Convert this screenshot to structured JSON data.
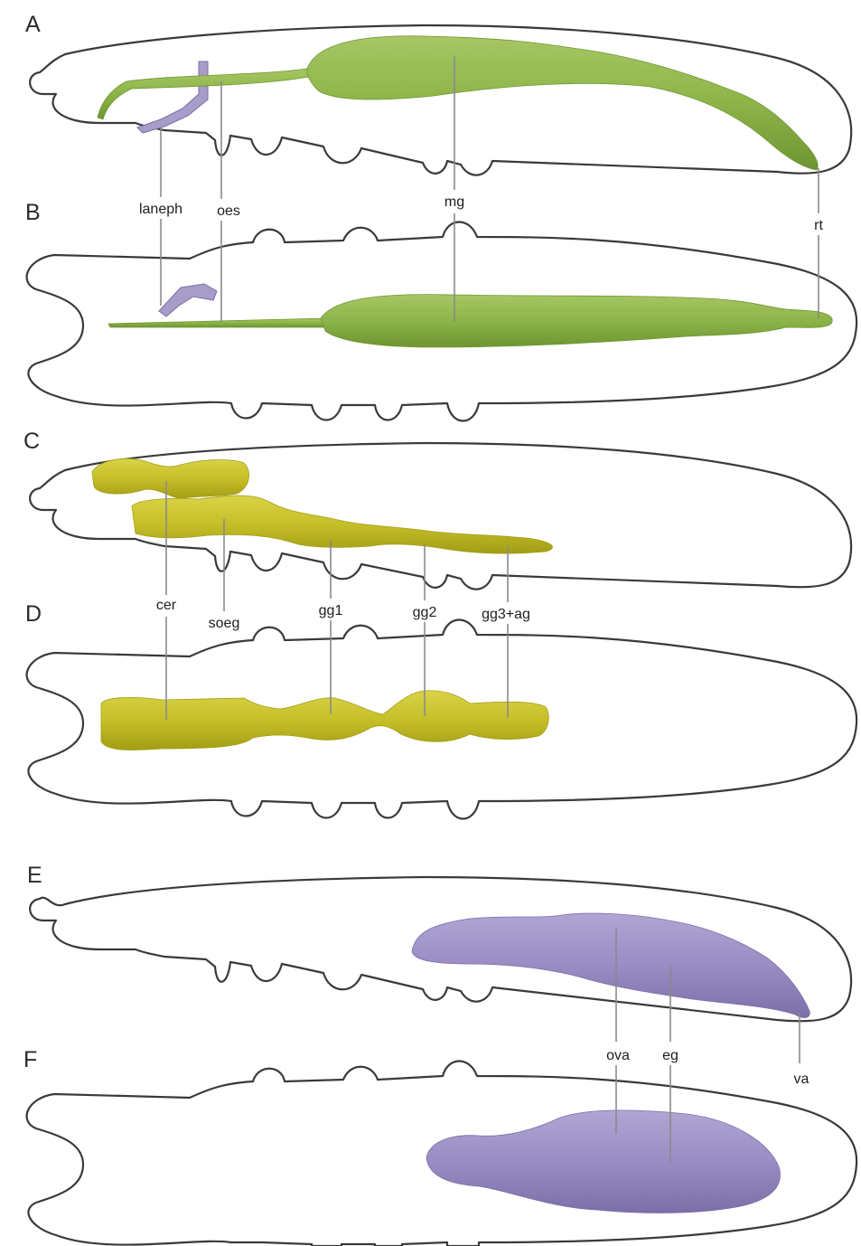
{
  "panels": [
    {
      "letter": "A"
    },
    {
      "letter": "B"
    },
    {
      "letter": "C"
    },
    {
      "letter": "D"
    },
    {
      "letter": "E"
    },
    {
      "letter": "F"
    }
  ],
  "labels": {
    "laneph": "laneph",
    "oes": "oes",
    "mg": "mg",
    "rt": "rt",
    "cer": "cer",
    "soeg": "soeg",
    "gg1": "gg1",
    "gg2": "gg2",
    "gg3ag": "gg3+ag",
    "ova": "ova",
    "eg": "eg",
    "va": "va"
  },
  "colors": {
    "digestive": "#8db448",
    "nephridium": "#a89cc8",
    "nervous": "#c8c22a",
    "reproductive": "#9a8cc4",
    "outline": "#3a3a3a"
  }
}
